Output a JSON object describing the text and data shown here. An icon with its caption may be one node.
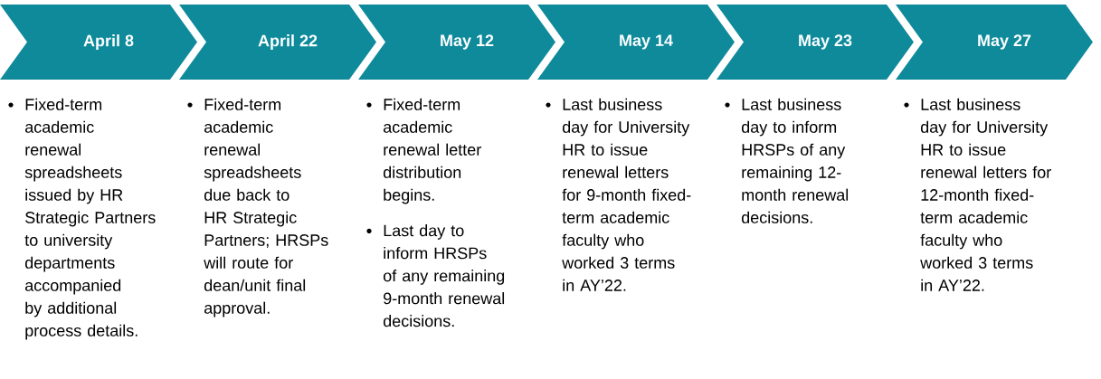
{
  "diagram": {
    "nodes": [
      {
        "text": [
          "April 8"
        ],
        "beside": [
          "Fixed-term academic renewal spreadsheets issued by HR Strategic Partners to university departments accompanied by additional process details."
        ]
      },
      {
        "text": [
          "April 22"
        ],
        "beside": [
          "Fixed-term academic renewal spreadsheets due back to HR Strategic Partners; HRSPs will route for dean/unit final approval."
        ]
      },
      {
        "text": [
          "May 12"
        ],
        "beside": [
          "Fixed-term academic renewal letter distribution begins.",
          "Last day to inform HRSPs of any remaining 9-month renewal decisions."
        ]
      },
      {
        "text": [
          "May 14"
        ],
        "beside": [
          "Last business day for University HR to issue renewal letters for 9-month fixed-term academic faculty who worked 3 terms in AY’22."
        ]
      },
      {
        "text": [
          "May 23"
        ],
        "beside": [
          "Last business day to inform HRSPs of any remaining 12-month renewal decisions."
        ]
      },
      {
        "text": [
          "May 27"
        ],
        "beside": [
          "Last business day for University HR to issue renewal letters for 12-month fixed-term academic faculty who worked 3 terms in AY’22."
        ]
      }
    ]
  }
}
